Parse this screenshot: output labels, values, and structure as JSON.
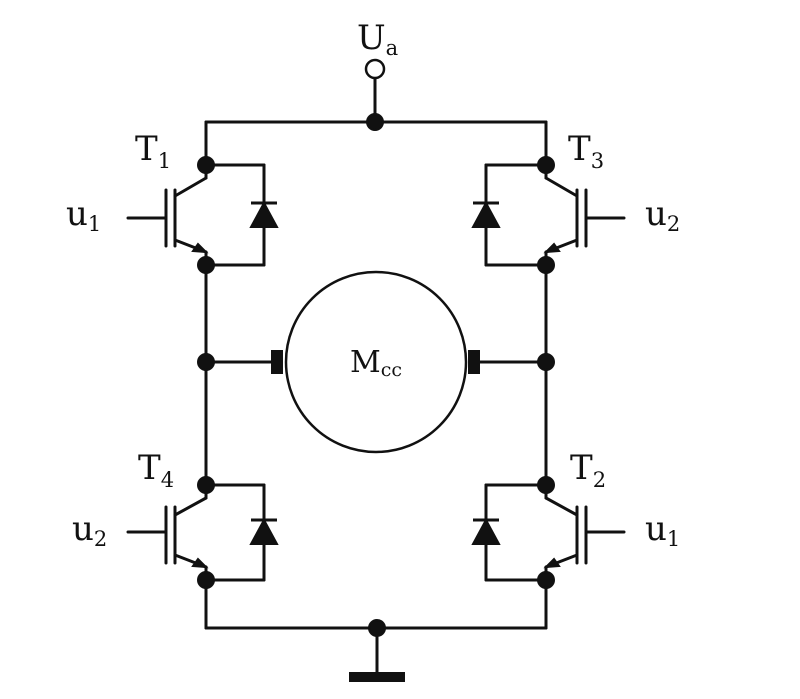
{
  "supply": {
    "symbol": "U",
    "subscript": "a"
  },
  "motor": {
    "symbol": "M",
    "subscript": "cc"
  },
  "transistors": [
    {
      "id": "T1",
      "symbol": "T",
      "subscript": "1",
      "gate": {
        "symbol": "u",
        "subscript": "1"
      }
    },
    {
      "id": "T3",
      "symbol": "T",
      "subscript": "3",
      "gate": {
        "symbol": "u",
        "subscript": "2"
      }
    },
    {
      "id": "T4",
      "symbol": "T",
      "subscript": "4",
      "gate": {
        "symbol": "u",
        "subscript": "2"
      }
    },
    {
      "id": "T2",
      "symbol": "T",
      "subscript": "2",
      "gate": {
        "symbol": "u",
        "subscript": "1"
      }
    }
  ],
  "colors": {
    "line": "#111111",
    "background": "#ffffff"
  }
}
